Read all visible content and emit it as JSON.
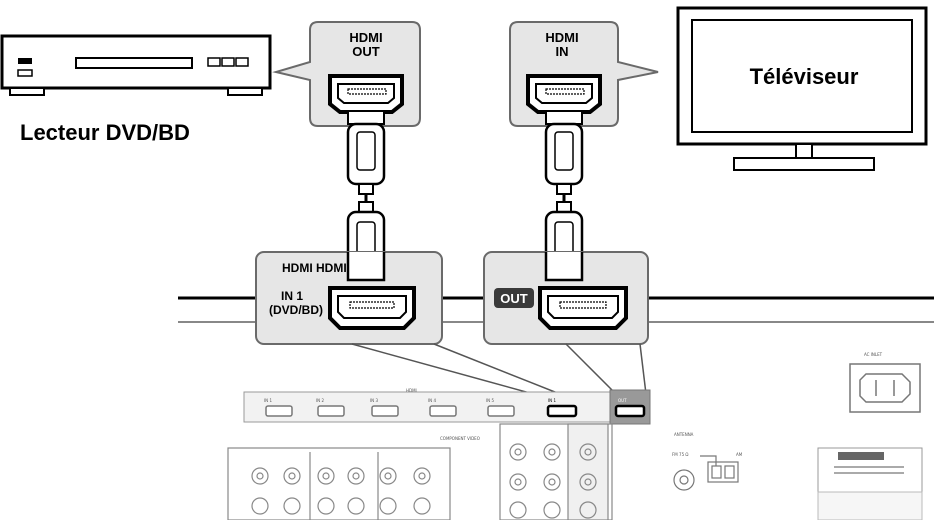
{
  "devices": {
    "player_label": "Lecteur DVD/BD",
    "tv_label": "Téléviseur"
  },
  "callouts": {
    "source_port_line1": "HDMI",
    "source_port_line2": "OUT",
    "tv_port_line1": "HDMI",
    "tv_port_line2": "IN"
  },
  "receiver_zoom": {
    "hdmi_header": "HDMI HDMI",
    "in1_line1": "IN 1",
    "in1_line2": "(DVD/BD)",
    "out_badge": "OUT"
  },
  "rear_panel": {
    "hdmi_label": "HDMI",
    "ac_inlet_label": "AC INLET",
    "antenna_label": "ANTENNA",
    "component_video_label": "COMPONENT VIDEO",
    "port_labels": [
      "IN 1",
      "IN 2",
      "IN 3",
      "IN 4",
      "IN 5",
      "IN 1",
      "OUT"
    ],
    "fm_label": "FM 75 Ω",
    "am_label": "AM"
  }
}
